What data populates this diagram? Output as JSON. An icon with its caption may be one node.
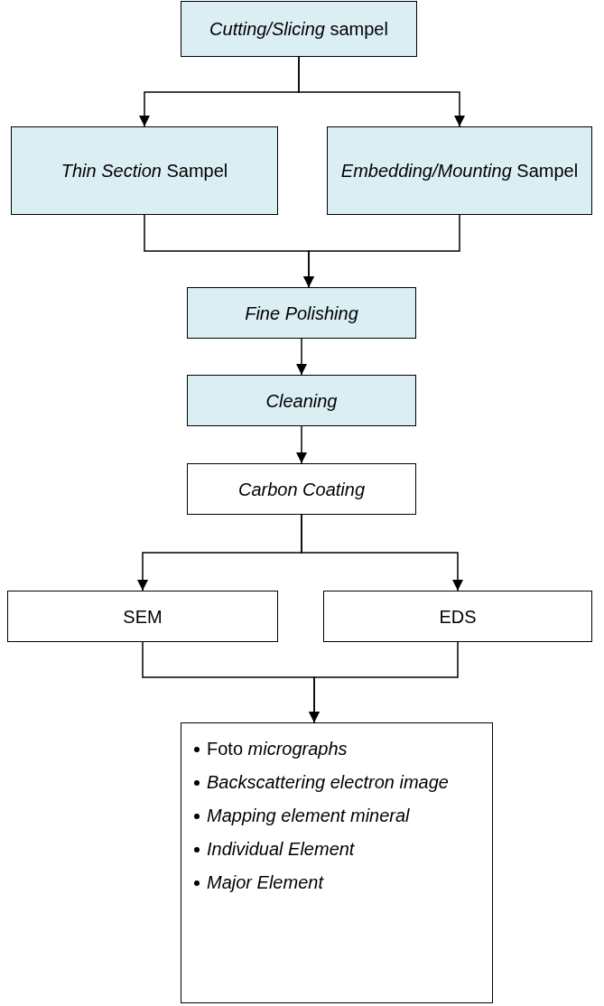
{
  "diagram": {
    "nodes": [
      {
        "text": [
          "*Cutting/Slicing* sampel"
        ]
      },
      {
        "text": [
          "*Thin Section* Sampel"
        ]
      },
      {
        "text": [
          "*Embedding/Mounting* Sampel"
        ]
      },
      {
        "text": [
          "*Fine Polishing*"
        ]
      },
      {
        "text": [
          "*Cleaning*"
        ]
      },
      {
        "text": [
          "*Carbon Coating*"
        ]
      },
      {
        "text": [
          "SEM"
        ]
      },
      {
        "text": [
          "EDS"
        ]
      },
      {
        "text": [
          "Foto *micrographs*",
          "*Backscattering electron image*",
          "*Mapping element mineral*",
          "*Individual Element*",
          "*Major Element*"
        ]
      }
    ],
    "edges": [
      {
        "from": 0,
        "to": 1,
        "arrow": "to"
      },
      {
        "from": 0,
        "to": 2,
        "arrow": "to"
      },
      {
        "from": 1,
        "to": 3,
        "arrow": "to"
      },
      {
        "from": 2,
        "to": 3,
        "arrow": "to"
      },
      {
        "from": 3,
        "to": 4,
        "arrow": "to"
      },
      {
        "from": 4,
        "to": 5,
        "arrow": "to"
      },
      {
        "from": 5,
        "to": 6,
        "arrow": "to"
      },
      {
        "from": 5,
        "to": 7,
        "arrow": "to"
      },
      {
        "from": 6,
        "to": 8,
        "arrow": "to"
      },
      {
        "from": 7,
        "to": 8,
        "arrow": "to"
      }
    ]
  }
}
